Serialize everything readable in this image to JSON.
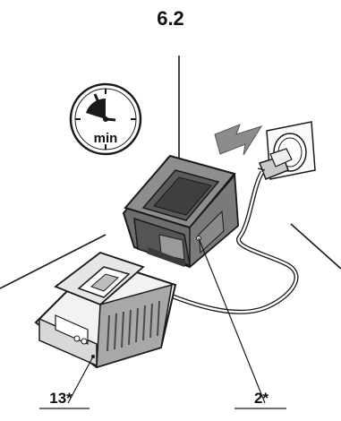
{
  "figure": {
    "number": "6.2",
    "clock_unit": "min",
    "callouts": [
      {
        "id": "charger",
        "label": "13*"
      },
      {
        "id": "battery",
        "label": "2*"
      }
    ]
  },
  "colors": {
    "line": "#1a1a1a",
    "battery_dark": "#4a4a4a",
    "battery_mid": "#7a7a7a",
    "battery_light": "#a8a8a8",
    "charger_grey": "#9a9a9a",
    "arrow_grey": "#888888"
  },
  "icons": [
    "clock-icon",
    "insert-arrow-icon",
    "wall-socket-icon",
    "power-plug-icon"
  ]
}
